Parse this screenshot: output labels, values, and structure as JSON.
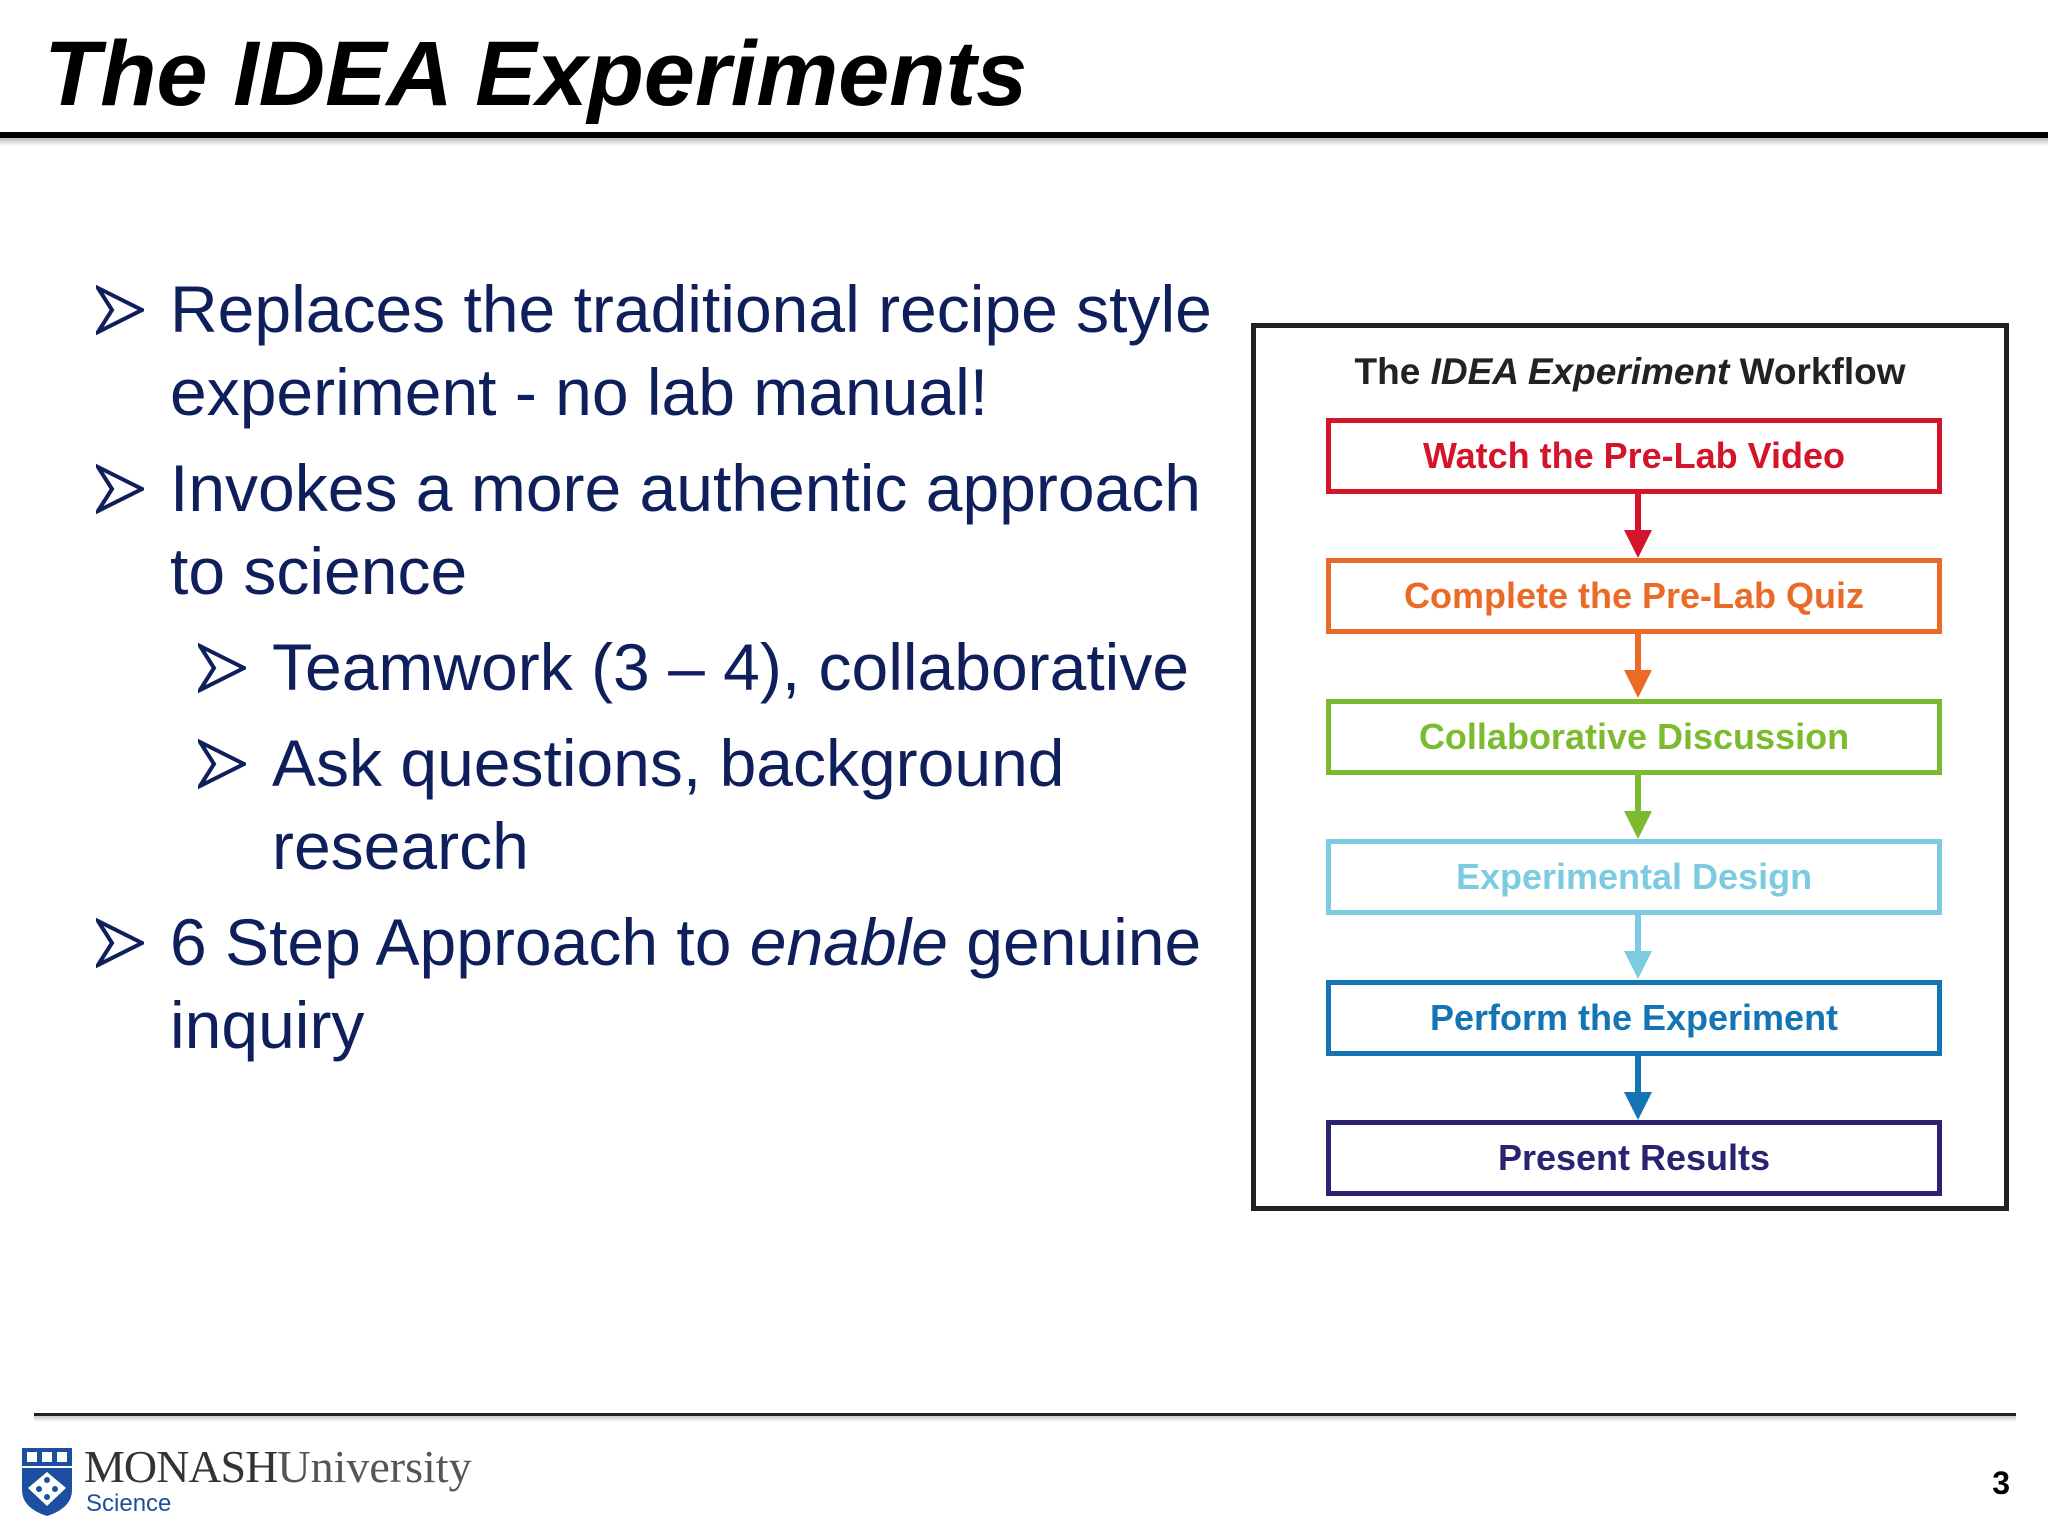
{
  "slide": {
    "title": "The IDEA Experiments",
    "page_number": "3"
  },
  "bullets": [
    {
      "level": 1,
      "text": "Replaces the traditional recipe style experiment - no lab manual!"
    },
    {
      "level": 1,
      "text": "Invokes a more authentic approach to science"
    },
    {
      "level": 2,
      "text": "Teamwork (3 – 4), collaborative"
    },
    {
      "level": 2,
      "text": "Ask questions, background research"
    },
    {
      "level": 1,
      "text_before": "6 Step Approach to ",
      "text_em": "enable",
      "text_after": " genuine inquiry"
    }
  ],
  "workflow": {
    "title_prefix": "The ",
    "title_em": "IDEA Experiment",
    "title_suffix": " Workflow",
    "steps": [
      {
        "label": "Watch the Pre-Lab Video",
        "color": "#d3142b"
      },
      {
        "label": "Complete the Pre-Lab Quiz",
        "color": "#ea6b28"
      },
      {
        "label": "Collaborative Discussion",
        "color": "#7cbb2f"
      },
      {
        "label": "Experimental Design",
        "color": "#7ccbe0"
      },
      {
        "label": "Perform the Experiment",
        "color": "#1474b4"
      },
      {
        "label": "Present Results",
        "color": "#2a2470"
      }
    ]
  },
  "footer": {
    "brand_bold": "MONASH",
    "brand_rest": "University",
    "department": "Science",
    "logo_icon": "monash-crest-icon"
  },
  "colors": {
    "text_navy": "#0f1f5c",
    "title_black": "#000000"
  }
}
